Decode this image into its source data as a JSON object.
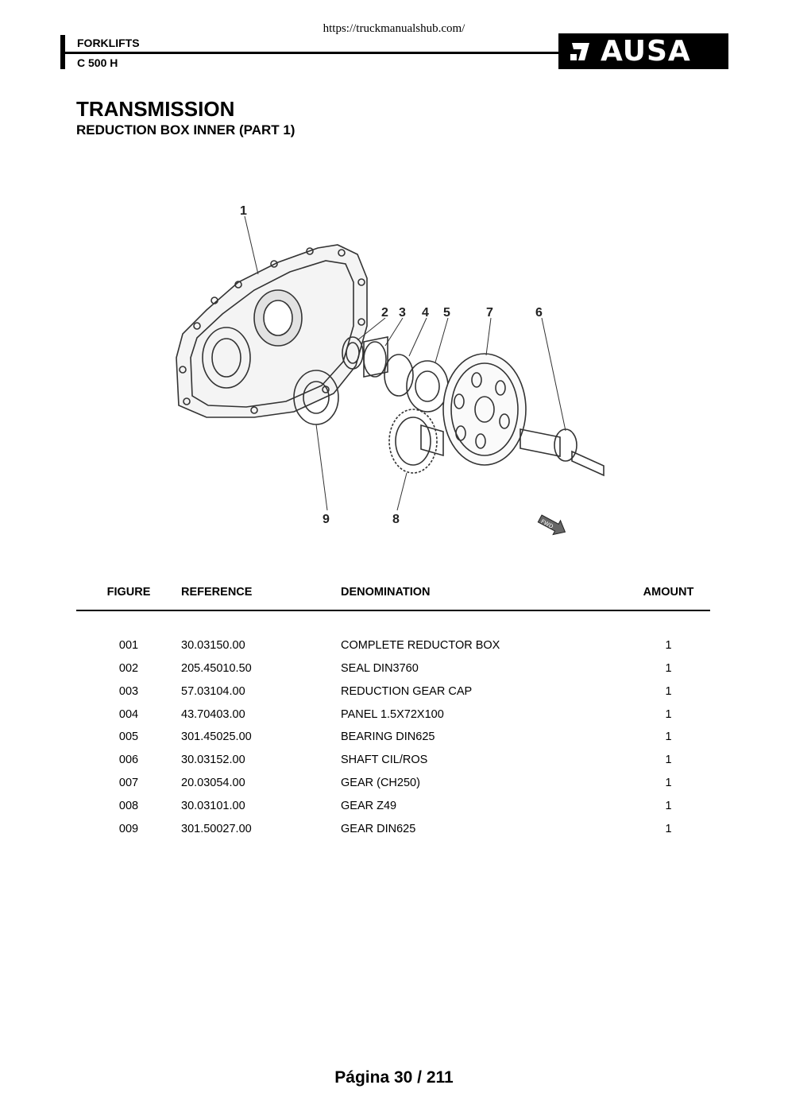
{
  "source_url": "https://truckmanualshub.com/",
  "header": {
    "category": "FORKLIFTS",
    "model": "C 500 H",
    "logo_text": "AUSA"
  },
  "page": {
    "title": "TRANSMISSION",
    "subtitle": "REDUCTION BOX INNER (PART 1)"
  },
  "diagram": {
    "callouts": [
      "1",
      "2",
      "3",
      "4",
      "5",
      "7",
      "6",
      "9",
      "8"
    ],
    "direction_tag": "FWD"
  },
  "table": {
    "headers": {
      "figure": "FIGURE",
      "reference": "REFERENCE",
      "denomination": "DENOMINATION",
      "amount": "AMOUNT"
    },
    "rows": [
      {
        "figure": "001",
        "reference": "30.03150.00",
        "denomination": "COMPLETE REDUCTOR BOX",
        "amount": "1"
      },
      {
        "figure": "002",
        "reference": "205.45010.50",
        "denomination": "SEAL DIN3760",
        "amount": "1"
      },
      {
        "figure": "003",
        "reference": "57.03104.00",
        "denomination": "REDUCTION GEAR CAP",
        "amount": "1"
      },
      {
        "figure": "004",
        "reference": "43.70403.00",
        "denomination": "PANEL 1.5X72X100",
        "amount": "1"
      },
      {
        "figure": "005",
        "reference": "301.45025.00",
        "denomination": "BEARING DIN625",
        "amount": "1"
      },
      {
        "figure": "006",
        "reference": "30.03152.00",
        "denomination": "SHAFT CIL/ROS",
        "amount": "1"
      },
      {
        "figure": "007",
        "reference": "20.03054.00",
        "denomination": "GEAR (CH250)",
        "amount": "1"
      },
      {
        "figure": "008",
        "reference": "30.03101.00",
        "denomination": "GEAR Z49",
        "amount": "1"
      },
      {
        "figure": "009",
        "reference": "301.50027.00",
        "denomination": "GEAR DIN625",
        "amount": "1"
      }
    ]
  },
  "footer": {
    "page_label": "Página 30 / 211"
  }
}
